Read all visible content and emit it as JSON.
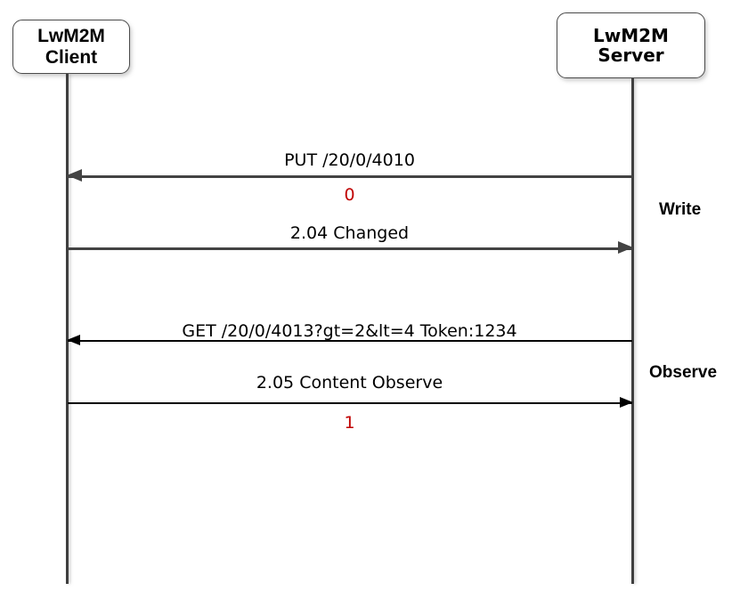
{
  "diagram": {
    "type": "sequence-diagram",
    "background_color": "#ffffff",
    "line_color": "#434343",
    "accent_color": "#c00000"
  },
  "participants": [
    {
      "id": "client",
      "line1": "LwM2M",
      "line2": "Client"
    },
    {
      "id": "server",
      "line1": "LwM2M",
      "line2": "Server"
    }
  ],
  "messages": [
    {
      "id": "put-write-request",
      "label": "PUT /20/0/4010",
      "from": "server",
      "to": "client",
      "direction": "left",
      "style": "gray"
    },
    {
      "id": "write-changed-response",
      "label": "2.04 Changed",
      "from": "client",
      "to": "server",
      "direction": "right",
      "style": "gray"
    },
    {
      "id": "get-observe-request",
      "label": "GET /20/0/4013?gt=2&lt=4 Token:1234",
      "from": "server",
      "to": "client",
      "direction": "left",
      "style": "black"
    },
    {
      "id": "observe-content-response",
      "label": "2.05 Content Observe",
      "from": "client",
      "to": "server",
      "direction": "right",
      "style": "black"
    }
  ],
  "annotations": [
    {
      "id": "write-value",
      "text": "0",
      "color": "#c00000"
    },
    {
      "id": "observe-value",
      "text": "1",
      "color": "#c00000"
    }
  ],
  "phases": [
    {
      "id": "write",
      "label": "Write"
    },
    {
      "id": "observe",
      "label": "Observe"
    }
  ]
}
